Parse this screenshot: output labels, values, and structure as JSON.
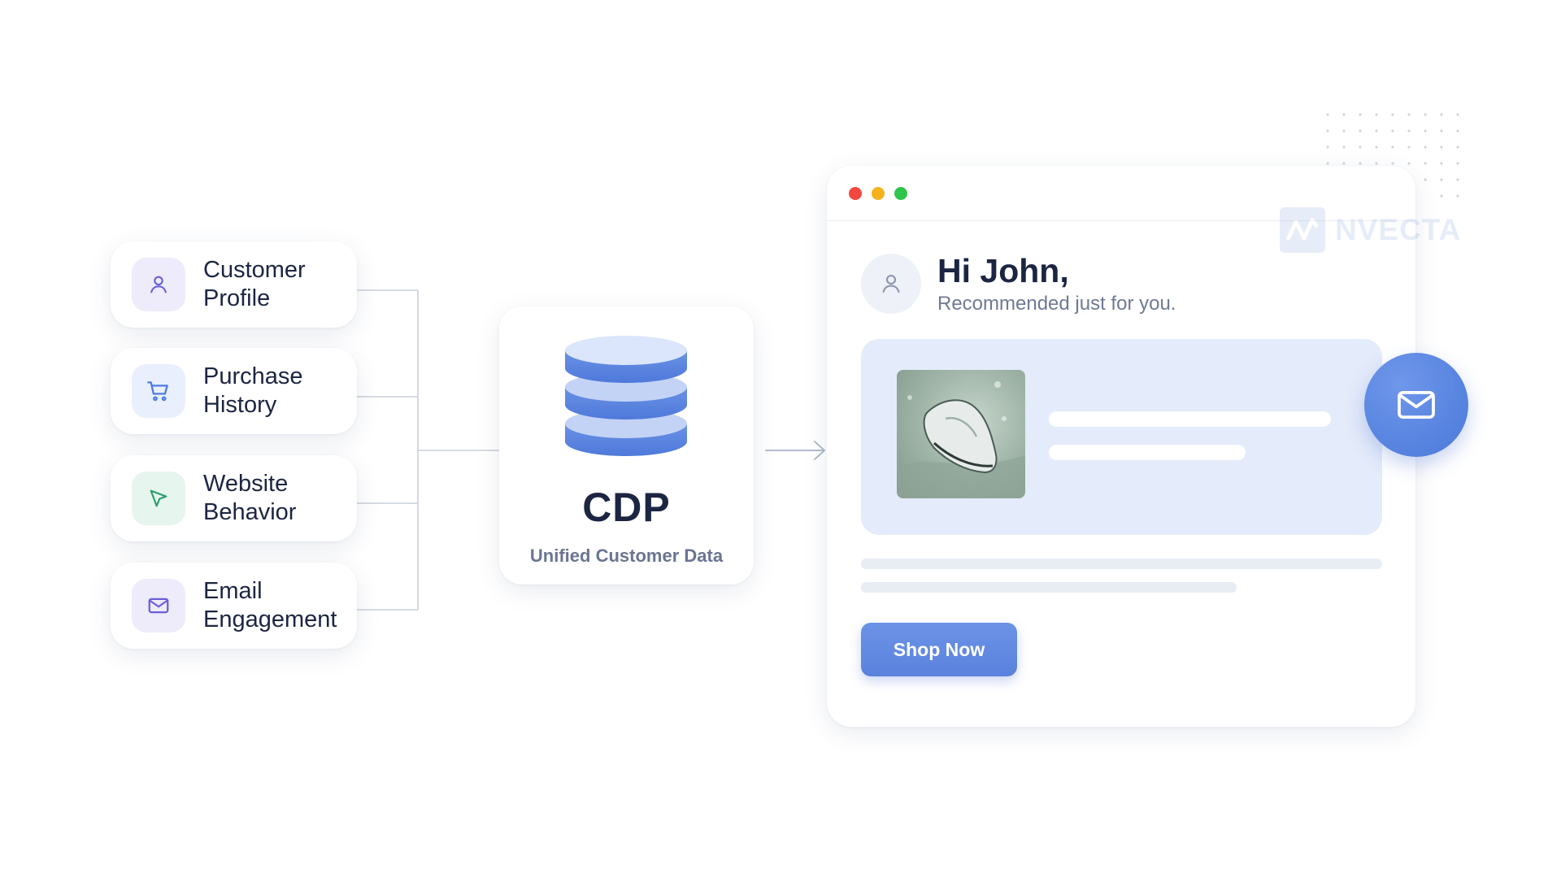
{
  "sources": [
    {
      "label": "Customer Profile",
      "icon": "user-icon",
      "icon_bg": "#eeebfb",
      "icon_color": "#6a5fd8"
    },
    {
      "label": "Purchase History",
      "icon": "shopping-cart-icon",
      "icon_bg": "#e9effc",
      "icon_color": "#4f7be0"
    },
    {
      "label": "Website Behavior",
      "icon": "cursor-pointer-icon",
      "icon_bg": "#e6f5ee",
      "icon_color": "#2a9d6a"
    },
    {
      "label": "Email Engagement",
      "icon": "envelope-icon",
      "icon_bg": "#eeebfb",
      "icon_color": "#6a5fd8"
    }
  ],
  "cdp": {
    "title": "CDP",
    "subtitle": "Unified Customer Data",
    "icon": "database-icon",
    "color": "#5a83df"
  },
  "personalization": {
    "window_controls": [
      "red",
      "yellow",
      "green"
    ],
    "avatar_icon": "user-icon",
    "greeting": "Hi John,",
    "subtext": "Recommended just for you.",
    "product_image": "sneaker-image",
    "cta_label": "Shop Now",
    "badge_icon": "envelope-icon"
  },
  "watermark": {
    "text": "NVECTA",
    "logo": "nvecta-logo"
  },
  "colors": {
    "accent": "#5a83df",
    "text_dark": "#1c2542",
    "text_muted": "#6f7993",
    "connector": "#c9cfdb"
  }
}
